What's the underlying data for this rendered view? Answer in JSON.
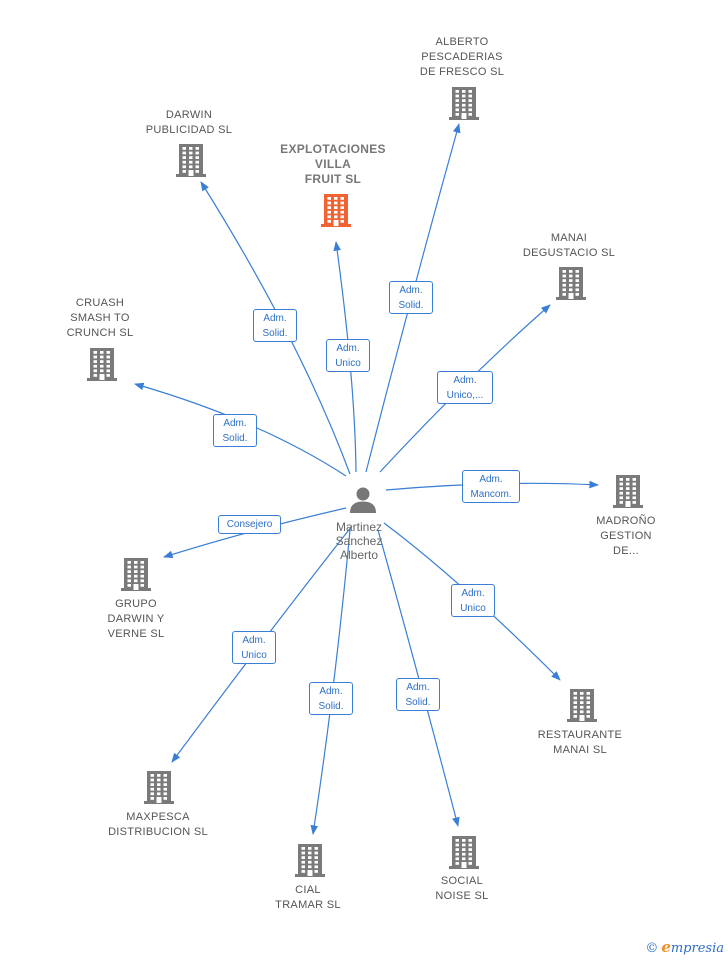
{
  "center": {
    "name": "Martinez\nSanchez\nAlberto"
  },
  "companies": [
    {
      "id": "explotaciones",
      "label": "EXPLOTACIONES\nVILLA\nFRUIT  SL",
      "highlight": true,
      "color": "#f26334"
    },
    {
      "id": "alberto-pescaderias",
      "label": "ALBERTO\nPESCADERIAS\nDE FRESCO SL",
      "color": "#7a7a7a"
    },
    {
      "id": "darwin-publicidad",
      "label": "DARWIN\nPUBLICIDAD SL",
      "color": "#7a7a7a"
    },
    {
      "id": "manai-degustacio",
      "label": "MANAI\nDEGUSTACIO SL",
      "color": "#7a7a7a"
    },
    {
      "id": "cruash",
      "label": "CRUASH\nSMASH TO\nCRUNCH  SL",
      "color": "#7a7a7a"
    },
    {
      "id": "madrono",
      "label": "MADROÑO\nGESTION\nDE...",
      "color": "#7a7a7a"
    },
    {
      "id": "grupo-darwin",
      "label": "GRUPO\nDARWIN Y\nVERNE  SL",
      "color": "#7a7a7a"
    },
    {
      "id": "restaurante-manai",
      "label": "RESTAURANTE\nMANAI  SL",
      "color": "#7a7a7a"
    },
    {
      "id": "maxpesca",
      "label": "MAXPESCA\nDISTRIBUCION SL",
      "color": "#7a7a7a"
    },
    {
      "id": "cial-tramar",
      "label": "CIAL\nTRAMAR SL",
      "color": "#7a7a7a"
    },
    {
      "id": "social-noise",
      "label": "SOCIAL\nNOISE  SL",
      "color": "#7a7a7a"
    }
  ],
  "edges": [
    {
      "to": "explotaciones",
      "label": "Adm.\nUnico"
    },
    {
      "to": "alberto-pescaderias",
      "label": "Adm.\nSolid."
    },
    {
      "to": "darwin-publicidad",
      "label": "Adm.\nSolid."
    },
    {
      "to": "manai-degustacio",
      "label": "Adm.\nUnico,..."
    },
    {
      "to": "cruash",
      "label": "Adm.\nSolid."
    },
    {
      "to": "madrono",
      "label": "Adm.\nMancom."
    },
    {
      "to": "grupo-darwin",
      "label": "Consejero"
    },
    {
      "to": "restaurante-manai",
      "label": "Adm.\nUnico"
    },
    {
      "to": "maxpesca",
      "label": "Adm.\nUnico"
    },
    {
      "to": "cial-tramar",
      "label": "Adm.\nSolid."
    },
    {
      "to": "social-noise",
      "label": "Adm.\nSolid."
    }
  ],
  "footer": {
    "copyright": "©",
    "brand_e": "e",
    "brand_rest": "mpresia"
  },
  "colors": {
    "edge": "#3a7fd5",
    "building": "#7a7a7a",
    "highlight": "#f26334"
  }
}
